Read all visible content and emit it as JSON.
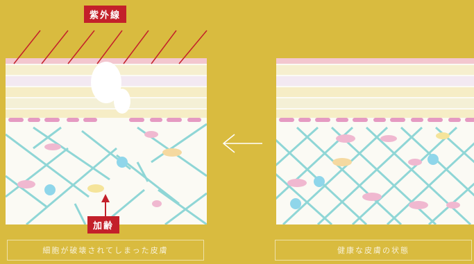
{
  "labels": {
    "uv": "紫外線",
    "aging": "加齢"
  },
  "captions": {
    "left": "細胞が破壊されてしまった皮膚",
    "right": "健康な皮膚の状態"
  },
  "colors": {
    "background": "#d9bb3f",
    "panel": "#fbfaf4",
    "fiber": "#8fd6d6",
    "cell_pink": "#f0b8d0",
    "cell_yellow": "#f5e49a",
    "dot_blue": "#8fd6ea",
    "uv_ray": "#c3202a",
    "label_red": "#c3202a"
  },
  "icons": {
    "center_arrow": "arrow-left-icon",
    "aging_arrow": "arrow-up-icon"
  }
}
